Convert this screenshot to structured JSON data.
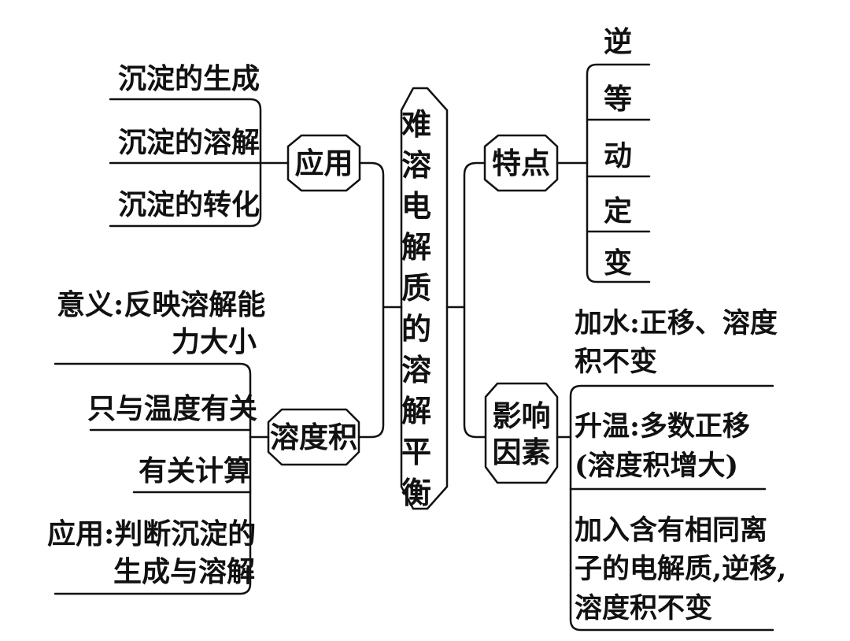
{
  "center": {
    "chars": [
      "难",
      "溶",
      "电",
      "解",
      "质",
      "的",
      "溶",
      "解",
      "平",
      "衡"
    ]
  },
  "branches": {
    "application": {
      "label": "应用",
      "items": [
        "沉淀的生成",
        "沉淀的溶解",
        "沉淀的转化"
      ]
    },
    "ksp": {
      "label": "溶度积",
      "meaning": [
        "意义:反映溶解能",
        "力大小"
      ],
      "items": [
        "只与温度有关",
        "有关计算"
      ],
      "usage": [
        "应用:判断沉淀的",
        "生成与溶解"
      ]
    },
    "features": {
      "label": "特点",
      "items": [
        "逆",
        "等",
        "动",
        "定",
        "变"
      ]
    },
    "factors": {
      "label_lines": [
        "影响",
        "因素"
      ],
      "water": [
        "加水:正移、溶度",
        "积不变"
      ],
      "heat": [
        "升温:多数正移",
        "(溶度积增大)"
      ],
      "common_ion": [
        "加入含有相同离",
        "子的电解质,逆移,",
        "溶度积不变"
      ]
    }
  }
}
